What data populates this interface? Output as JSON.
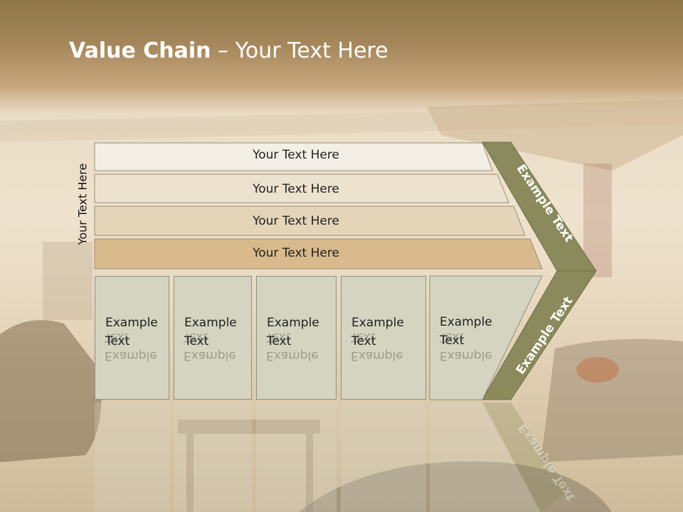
{
  "title": {
    "bold": "Value Chain",
    "separator": " – ",
    "rest": "Your Text Here"
  },
  "vertical_label": "Your Text Here",
  "rows": [
    {
      "label": "Your Text Here",
      "color": "#f3efe6"
    },
    {
      "label": "Your Text Here",
      "color": "#ece2cf"
    },
    {
      "label": "Your Text Here",
      "color": "#e4d5b8"
    },
    {
      "label": "Your Text Here",
      "color": "#d8ba8c"
    }
  ],
  "boxes": [
    {
      "line1": "Example",
      "line2": "Text"
    },
    {
      "line1": "Example",
      "line2": "Text"
    },
    {
      "line1": "Example",
      "line2": "Text"
    },
    {
      "line1": "Example",
      "line2": "Text"
    },
    {
      "line1": "Example",
      "line2": "Text"
    }
  ],
  "chevron": {
    "upper_label": "Example Text",
    "lower_label": "Example Text",
    "color": "#8a8a5c"
  }
}
